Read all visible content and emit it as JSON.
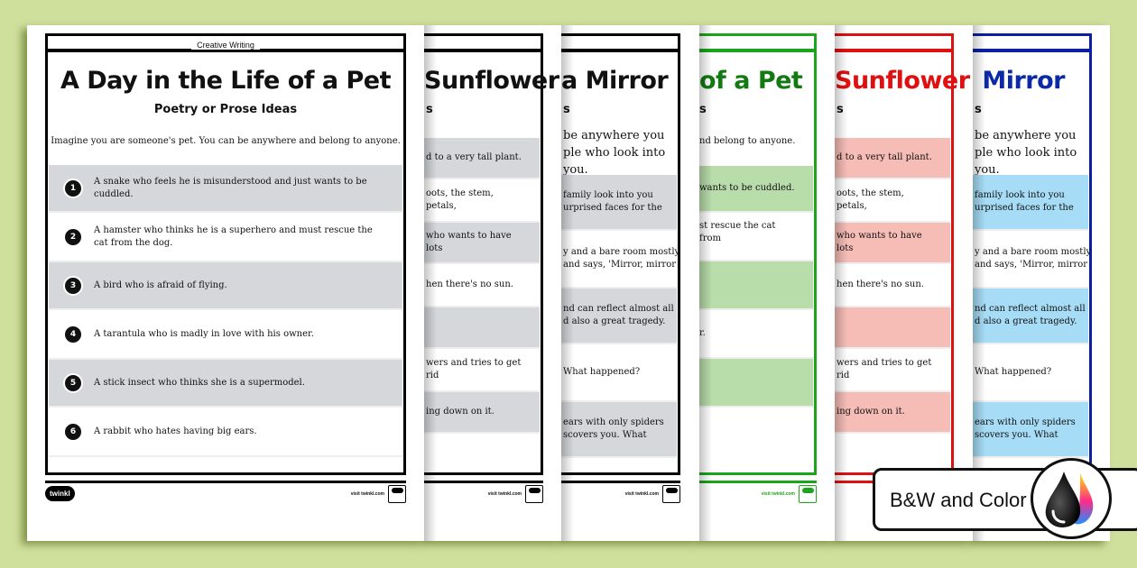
{
  "background_color": "#cfdf9c",
  "sheets": [
    {
      "id": "pet-bw",
      "theme": "bw",
      "header_label": "Creative Writing",
      "title": "A Day in the Life of a Pet",
      "subtitle": "Poetry or Prose Ideas",
      "intro": "Imagine you are someone's pet. You can be anywhere and belong to anyone.",
      "items": [
        {
          "num": "1",
          "text": "A snake who feels he is misunderstood and just wants to be cuddled."
        },
        {
          "num": "2",
          "text": "A hamster who thinks he is a superhero and must rescue the cat from the dog."
        },
        {
          "num": "3",
          "text": "A bird who is afraid of flying."
        },
        {
          "num": "4",
          "text": "A tarantula who is madly in love with his owner."
        },
        {
          "num": "5",
          "text": "A stick insect who thinks she is a supermodel."
        },
        {
          "num": "6",
          "text": "A rabbit who hates having big ears."
        }
      ],
      "footer": {
        "logo": "twinkl",
        "visit": "visit twinkl.com"
      }
    },
    {
      "id": "sunflower-bw",
      "theme": "bw",
      "title_visible": "Sunflower",
      "subtitle_visible": "s",
      "rows_visible": [
        "d to a very tall plant.",
        "oots, the stem, petals,",
        "who wants to have lots",
        "hen there's no sun.",
        "",
        "wers and tries to get rid",
        "ing down on it."
      ],
      "footer": {
        "visit": "visit twinkl.com"
      }
    },
    {
      "id": "mirror-bw",
      "theme": "bw",
      "title_visible": "a Mirror",
      "subtitle_visible": "s",
      "intro_visible": [
        "be anywhere you",
        "ple who look into you."
      ],
      "rows_visible": [
        "family look into you\nurprised faces for the",
        "y and a bare room mostly\nand says, 'Mirror, mirror",
        "nd can reflect almost all\nd also a great tragedy.",
        "What happened?",
        "ears with only spiders\nscovers you. What"
      ],
      "footer": {
        "visit": "visit twinkl.com"
      }
    },
    {
      "id": "pet-color",
      "theme": "green",
      "title_visible": "of a Pet",
      "subtitle_visible": "s",
      "intro_visible": "nd belong to anyone.",
      "rows_visible": [
        "wants to be cuddled.",
        "st rescue the cat from",
        "",
        "r.",
        "",
        ""
      ],
      "footer": {
        "visit": "visit twinkl.com"
      }
    },
    {
      "id": "sunflower-color",
      "theme": "red",
      "title_visible": "Sunflower",
      "subtitle_visible": "s",
      "rows_visible": [
        "d to a very tall plant.",
        "oots, the stem, petals,",
        "who wants to have lots",
        "hen there's no sun.",
        "",
        "wers and tries to get rid",
        "ing down on it."
      ]
    },
    {
      "id": "mirror-color",
      "theme": "blue",
      "title_visible": "a Mirror",
      "subtitle_visible": "s",
      "intro_visible": [
        "be anywhere you",
        "ple who look into you."
      ],
      "rows_visible": [
        "family look into you\nurprised faces for the",
        "y and a bare room mostly\nand says, 'Mirror, mirror",
        "nd can reflect almost all\nd also a great tragedy.",
        "What happened?",
        "ears with only spiders\nscovers you. What"
      ]
    }
  ],
  "badge": {
    "label": "B&W and Color",
    "icon": "ink-drops-icon"
  },
  "colors": {
    "green": "#1aa51a",
    "red": "#e01010",
    "blue": "#0c1fa0",
    "grey_shade": "#d5d7da",
    "green_shade": "#b8dcaa",
    "red_shade": "#f6bcb6",
    "blue_shade": "#a6dcf5"
  }
}
